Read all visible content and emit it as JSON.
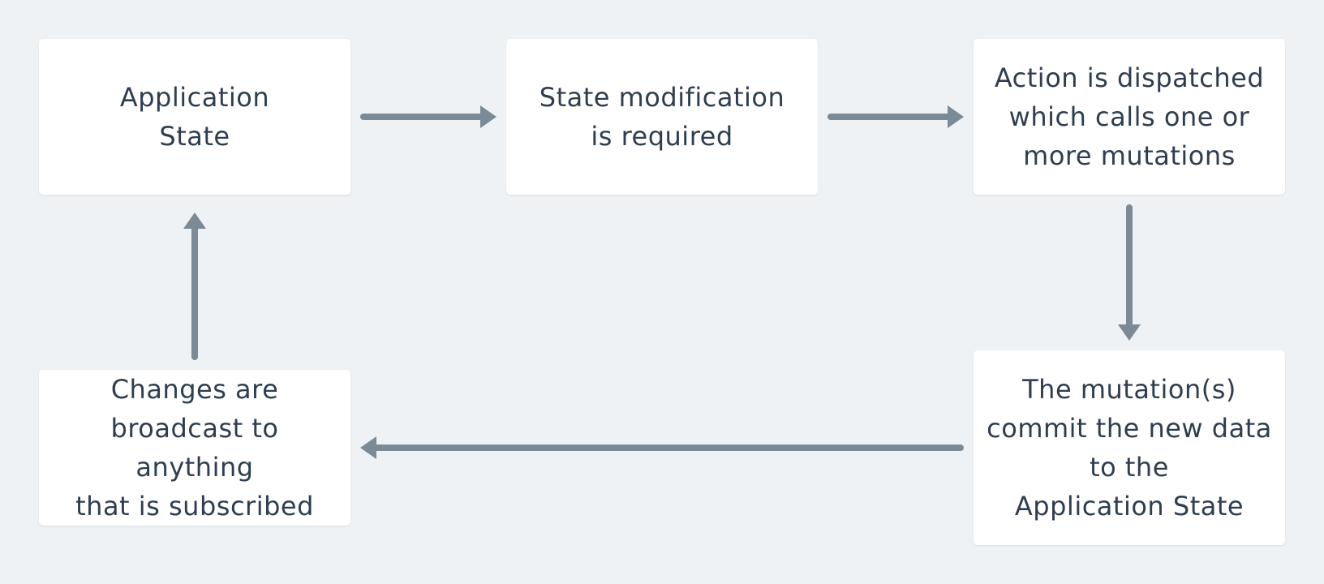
{
  "colors": {
    "background": "#eff2f5",
    "box_fill": "#ffffff",
    "text": "#2e3e50",
    "arrow": "#7a8a97"
  },
  "nodes": {
    "application_state": {
      "lines": [
        "Application",
        "State"
      ]
    },
    "state_modification": {
      "lines": [
        "State modification",
        "is required"
      ]
    },
    "action_dispatched": {
      "lines": [
        "Action is dispatched",
        "which calls one or",
        "more mutations"
      ]
    },
    "mutation_commit": {
      "lines": [
        "The mutation(s)",
        "commit the new data",
        "to the",
        "Application State"
      ]
    },
    "changes_broadcast": {
      "lines": [
        "Changes are",
        "broadcast to anything",
        "that is subscribed"
      ]
    }
  }
}
